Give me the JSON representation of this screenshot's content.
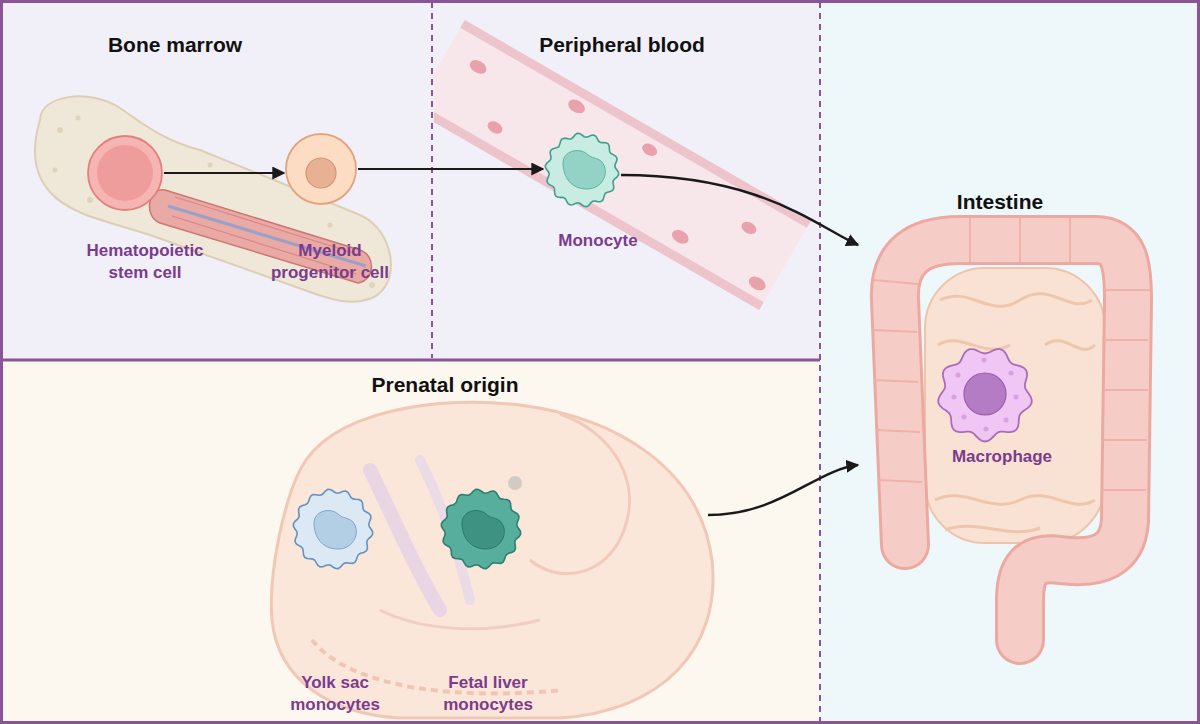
{
  "diagram": {
    "nodes": [
      {
        "text": [
          "Bone marrow"
        ]
      },
      {
        "text": [
          "Hematopoietic stem cell"
        ],
        "in": 0
      },
      {
        "text": [
          "Myeloid progenitor cell"
        ],
        "in": 0
      },
      {
        "text": [
          "Peripheral blood"
        ]
      },
      {
        "text": [
          "Monocyte"
        ],
        "in": 3
      },
      {
        "text": [
          "Intestine"
        ]
      },
      {
        "text": [
          "Macrophage"
        ],
        "in": 5
      },
      {
        "text": [
          "Prenatal origin"
        ]
      },
      {
        "text": [
          "Yolk sac monocytes"
        ],
        "in": 7
      },
      {
        "text": [
          "Fetal liver monocytes"
        ],
        "in": 7
      }
    ],
    "edges": [
      {
        "from": 1,
        "to": 2,
        "arrow": "to"
      },
      {
        "from": 2,
        "to": 4,
        "arrow": "to"
      },
      {
        "from": 4,
        "to": 5,
        "arrow": "to"
      },
      {
        "from": 7,
        "to": 5,
        "arrow": "to"
      }
    ]
  }
}
